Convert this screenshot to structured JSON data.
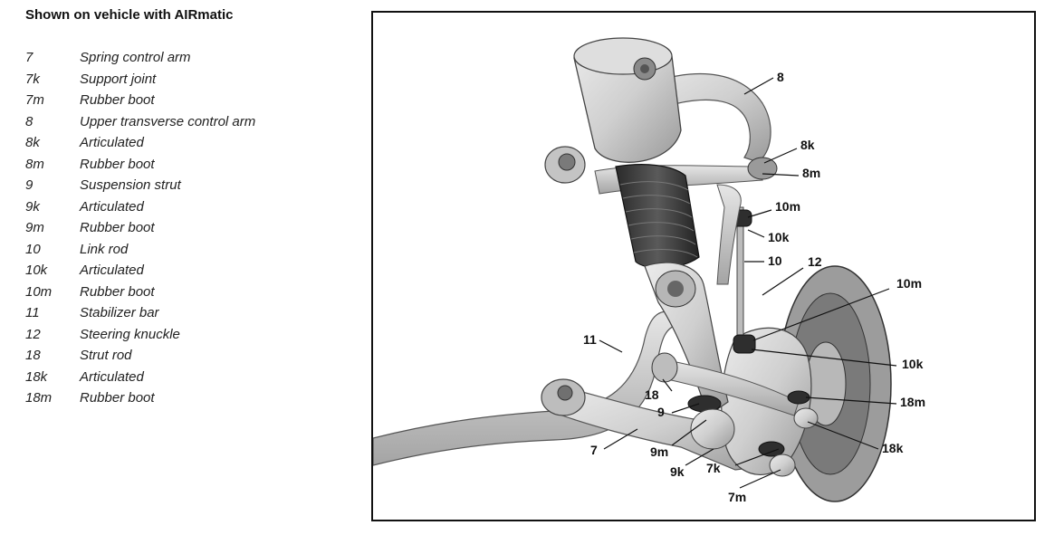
{
  "title": "Shown on vehicle with AIRmatic",
  "legend": [
    {
      "num": "7",
      "desc": "Spring control arm"
    },
    {
      "num": "7k",
      "desc": "Support joint"
    },
    {
      "num": "7m",
      "desc": "Rubber boot"
    },
    {
      "num": "8",
      "desc": "Upper transverse control arm"
    },
    {
      "num": "8k",
      "desc": "Articulated"
    },
    {
      "num": "8m",
      "desc": "Rubber boot"
    },
    {
      "num": "9",
      "desc": "Suspension strut"
    },
    {
      "num": "9k",
      "desc": "Articulated"
    },
    {
      "num": "9m",
      "desc": "Rubber boot"
    },
    {
      "num": "10",
      "desc": "Link rod"
    },
    {
      "num": "10k",
      "desc": "Articulated"
    },
    {
      "num": "10m",
      "desc": "Rubber boot"
    },
    {
      "num": "11",
      "desc": "Stabilizer bar"
    },
    {
      "num": "12",
      "desc": "Steering knuckle"
    },
    {
      "num": "18",
      "desc": "Strut rod"
    },
    {
      "num": "18k",
      "desc": "Articulated"
    },
    {
      "num": "18m",
      "desc": "Rubber boot"
    }
  ],
  "callouts": {
    "c8": "8",
    "c8k": "8k",
    "c8m": "8m",
    "c10m_top": "10m",
    "c10k_top": "10k",
    "c10": "10",
    "c12": "12",
    "c10m_bot": "10m",
    "c10k_bot": "10k",
    "c11": "11",
    "c18": "18",
    "c9": "9",
    "c18m": "18m",
    "c18k": "18k",
    "c7": "7",
    "c9m": "9m",
    "c9k": "9k",
    "c7k": "7k",
    "c7m": "7m"
  },
  "colors": {
    "part_fill": "#d4d4d4",
    "part_dark": "#8a8a8a",
    "bellows": "#3a3a3a",
    "line": "#111111"
  }
}
